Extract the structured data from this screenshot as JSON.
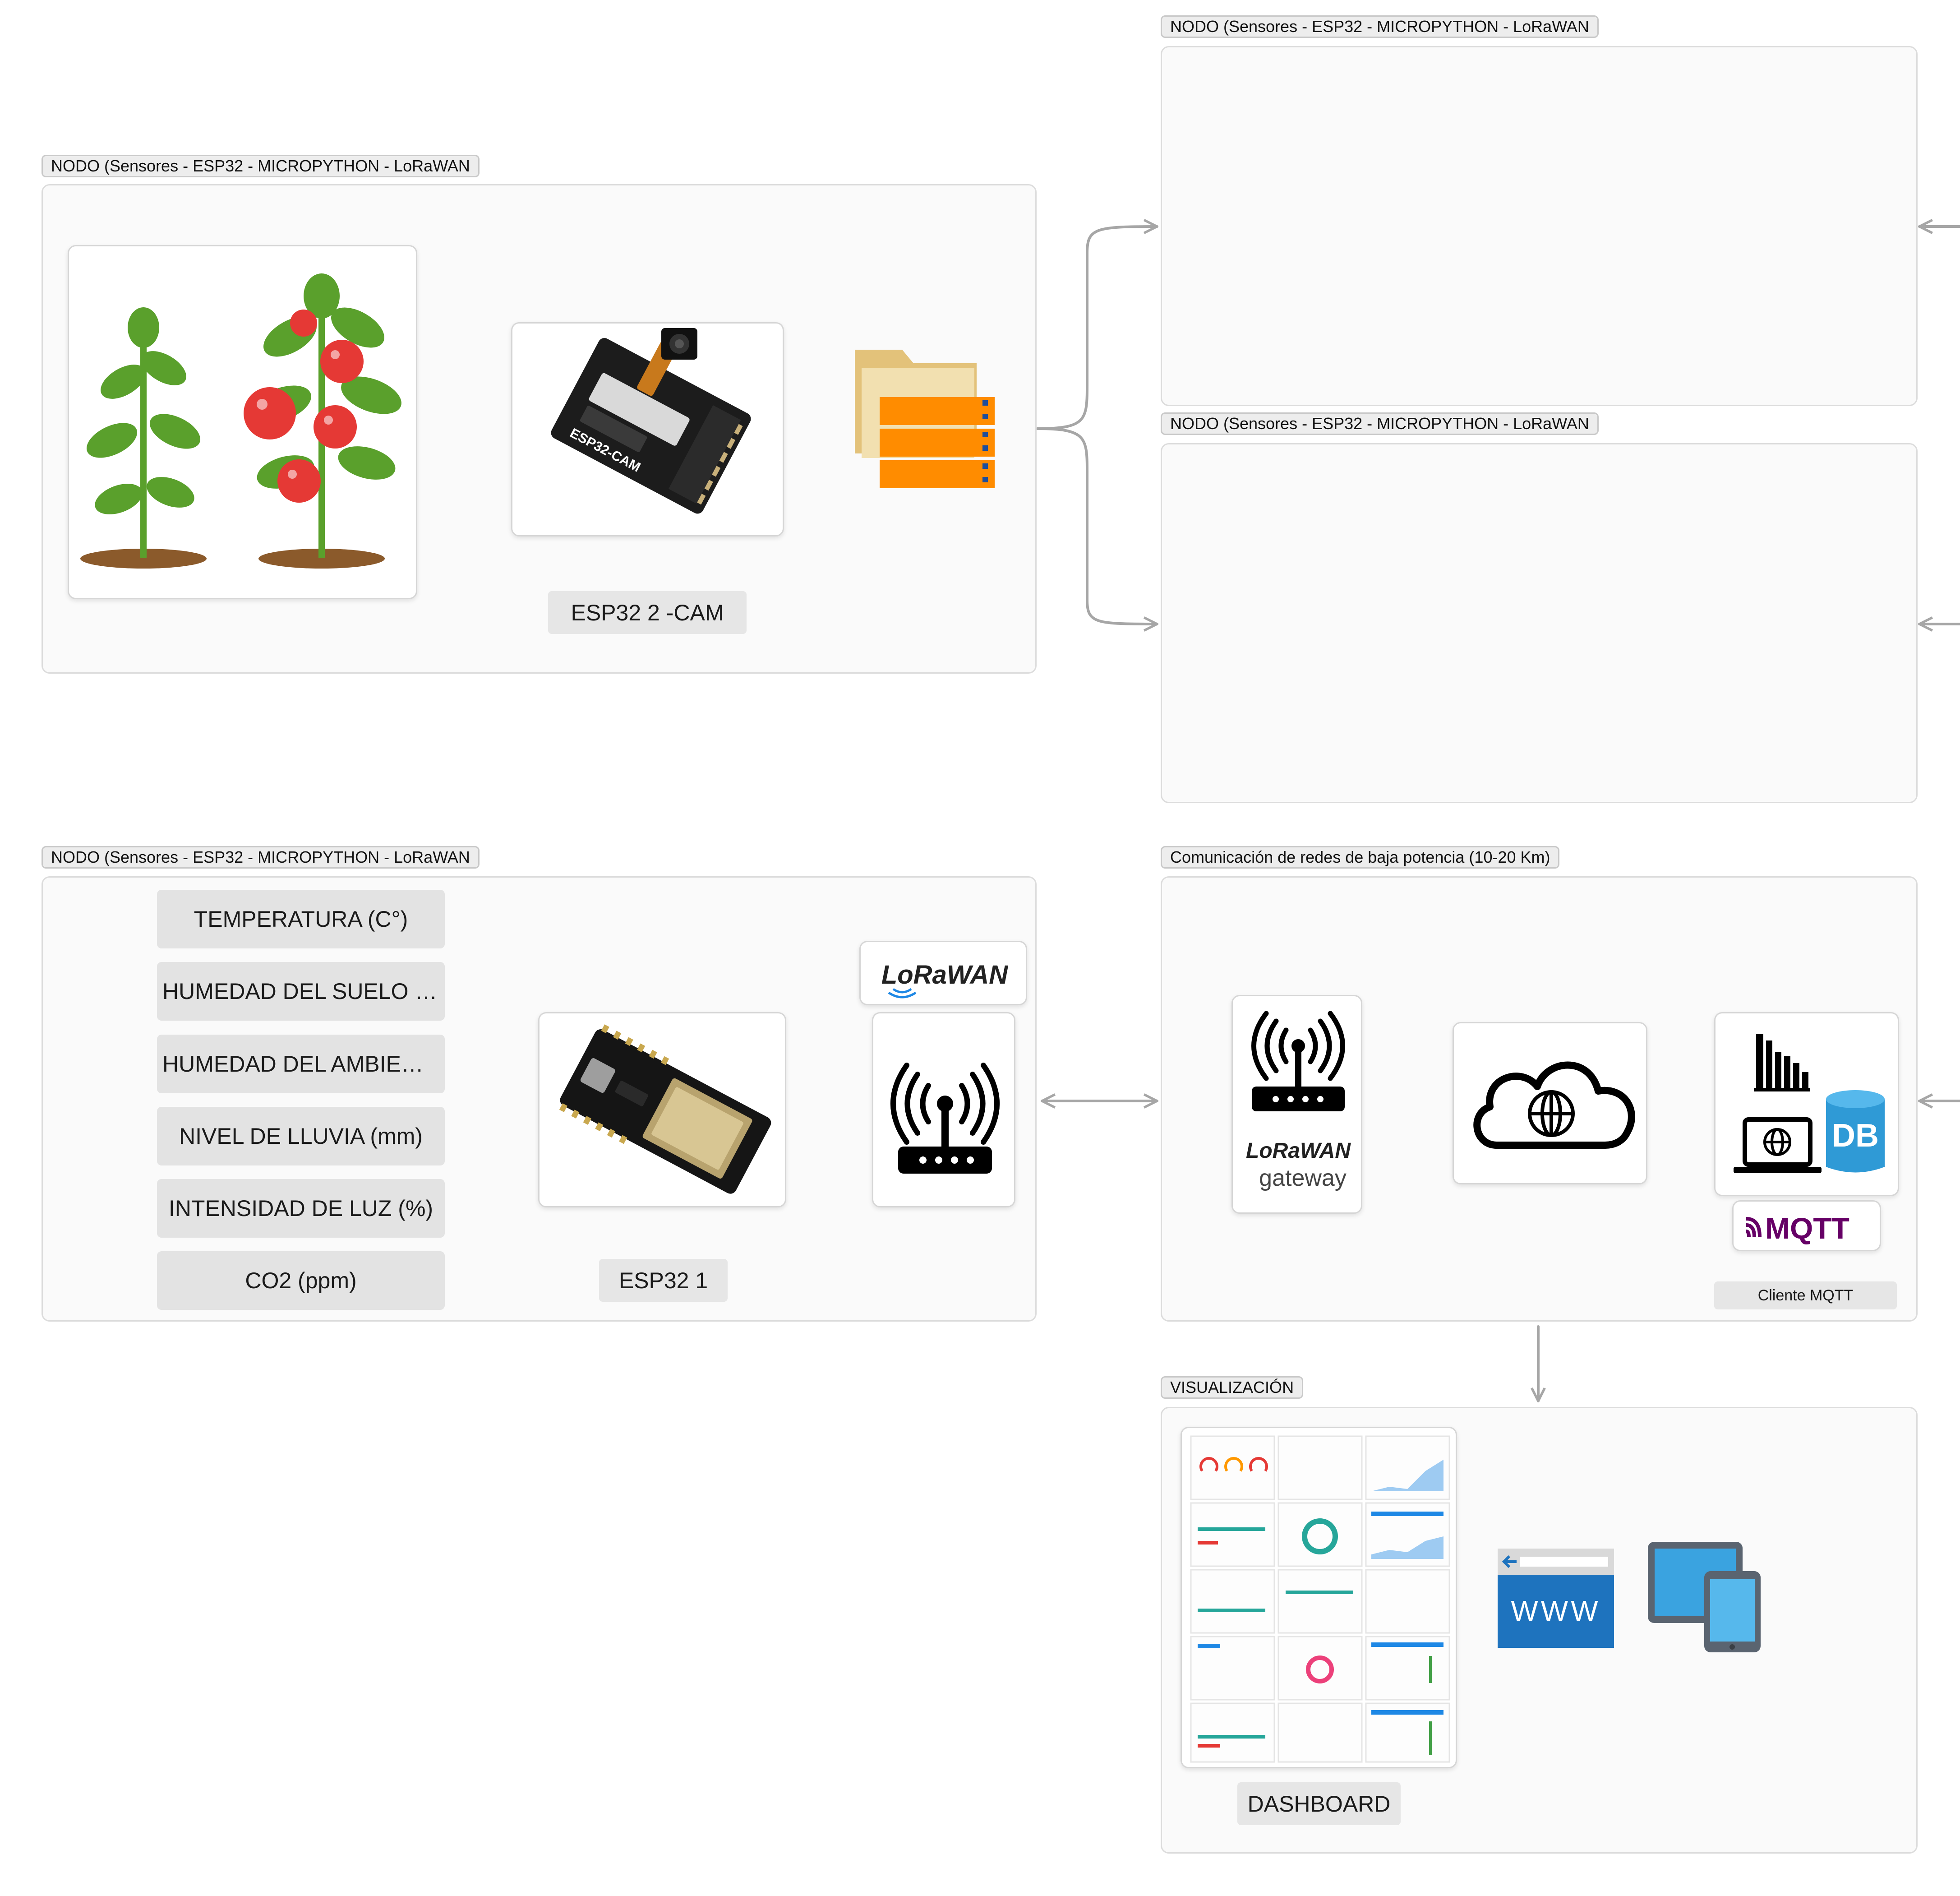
{
  "groups": {
    "node_camera": {
      "title": "NODO (Sensores - ESP32 - MICROPYTHON - LoRaWAN"
    },
    "node_top_right": {
      "title": "NODO (Sensores - ESP32 - MICROPYTHON - LoRaWAN"
    },
    "node_mid_right": {
      "title": "NODO (Sensores - ESP32 - MICROPYTHON - LoRaWAN"
    },
    "node_sensors": {
      "title": "NODO (Sensores - ESP32 - MICROPYTHON - LoRaWAN"
    },
    "lpwan": {
      "title": "Comunicación de redes de baja potencia (10-20 Km)"
    },
    "visualization": {
      "title": "VISUALIZACIÓN"
    }
  },
  "labels": {
    "esp32_cam": "ESP32  2 -CAM",
    "esp32_1": "ESP32  1",
    "mqtt_client": "Cliente MQTT",
    "dashboard": "DASHBOARD"
  },
  "sensors": [
    "TEMPERATURA (C°)",
    "HUMEDAD DEL SUELO (%)",
    "HUMEDAD DEL AMBIENT...",
    "NIVEL DE LLUVIA (mm)",
    "INTENSIDAD DE LUZ (%)",
    "CO2 (ppm)"
  ],
  "logos": {
    "lorawan": "LoRaWAN",
    "gateway_word": "gateway",
    "mqtt": "MQTT",
    "db": "DB",
    "www": "WWW",
    "esp32_cam_silk": "ESP32-CAM"
  },
  "icons": [
    "tomato-plants-image",
    "esp32-cam-board-image",
    "folder-server-icon",
    "esp32-board-image",
    "antenna-router-icon",
    "lorawan-logo",
    "lorawan-gateway-icon",
    "cloud-globe-icon",
    "analytics-db-icon",
    "mqtt-logo",
    "dashboard-screenshot",
    "www-browser-icon",
    "devices-icon"
  ],
  "colors": {
    "arrow": "#a6a6a6",
    "lorawan_blue": "#1e88e5",
    "mqtt_purple": "#660066",
    "folder_orange": "#ff8c00",
    "db_blue": "#2f9ad6"
  }
}
